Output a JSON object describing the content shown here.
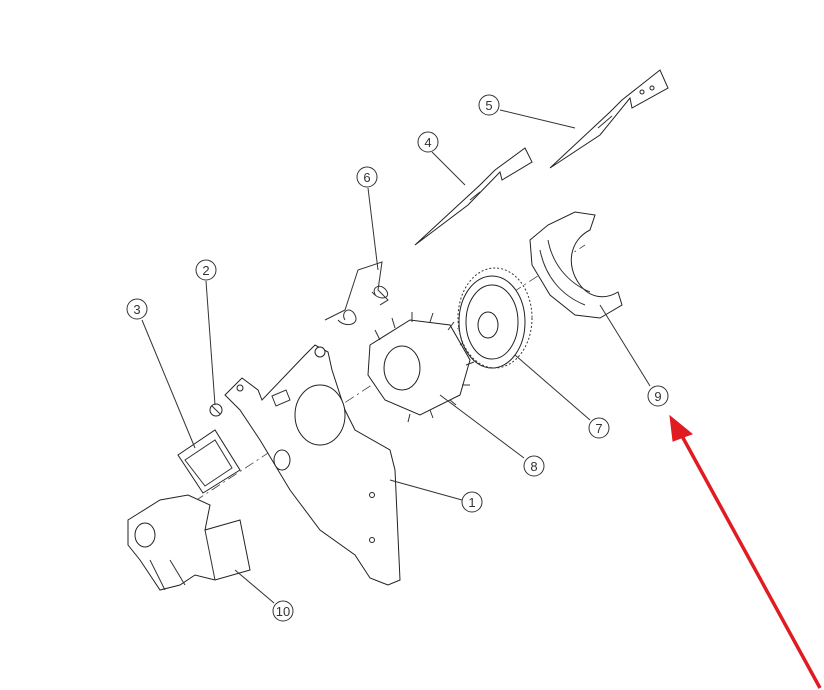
{
  "callouts": [
    {
      "id": "1",
      "label": "1"
    },
    {
      "id": "2",
      "label": "2"
    },
    {
      "id": "3",
      "label": "3"
    },
    {
      "id": "4",
      "label": "4"
    },
    {
      "id": "5",
      "label": "5"
    },
    {
      "id": "6",
      "label": "6"
    },
    {
      "id": "7",
      "label": "7"
    },
    {
      "id": "8",
      "label": "8"
    },
    {
      "id": "9",
      "label": "9"
    },
    {
      "id": "10",
      "label": "10"
    }
  ],
  "colors": {
    "line": "#333333",
    "arrow": "#e11b22",
    "background": "#ffffff"
  }
}
